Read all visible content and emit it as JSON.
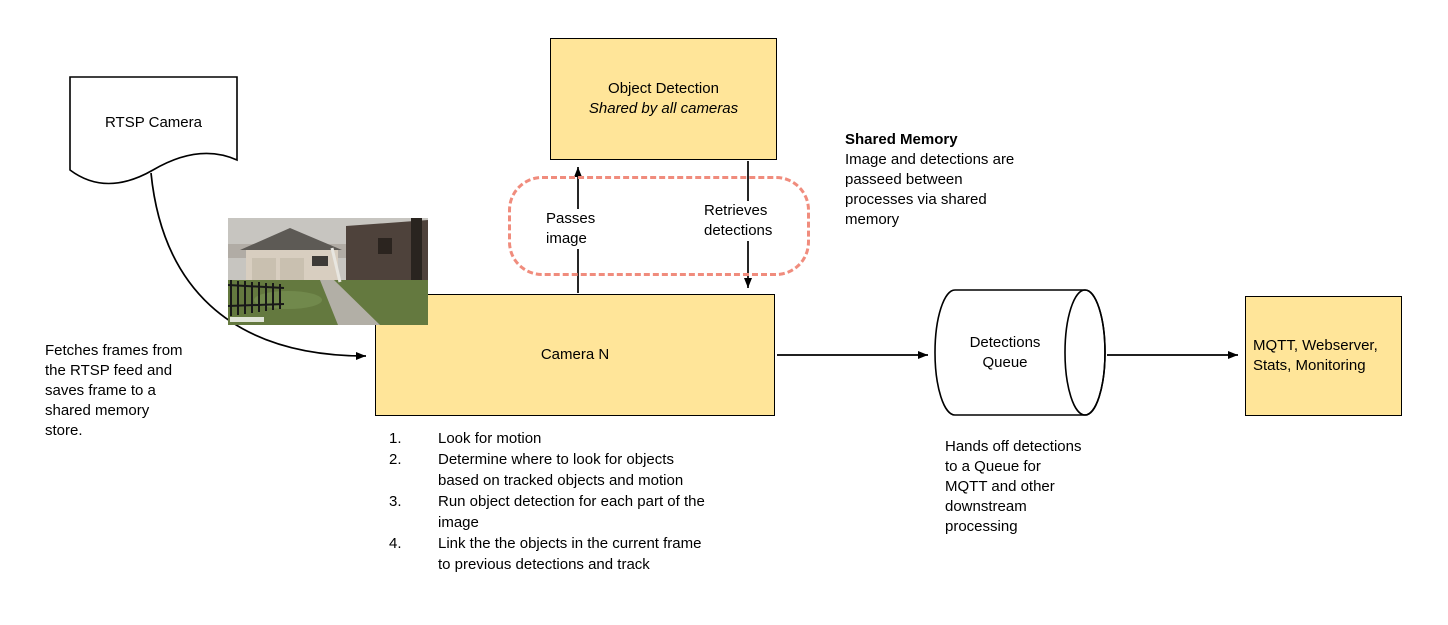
{
  "colors": {
    "node_fill": "#ffe599",
    "node_border": "#000000",
    "shared_memory_dash": "#f08c7d",
    "arrow": "#000000",
    "background": "#ffffff"
  },
  "nodes": {
    "rtsp_camera": "RTSP Camera",
    "object_detection_title": "Object Detection",
    "object_detection_subtitle": "Shared by all cameras",
    "camera_n": "Camera N",
    "detections_queue": "Detections\nQueue",
    "outputs": "MQTT, Webserver,\nStats, Monitoring"
  },
  "edge_labels": {
    "passes_image": "Passes\nimage",
    "retrieves_detections": "Retrieves\ndetections"
  },
  "notes": {
    "fetch": "Fetches frames from\nthe RTSP feed and\nsaves frame to a\nshared memory\nstore.",
    "shared_memory_title": "Shared Memory",
    "shared_memory_body": "Image and detections are\npasseed between\nprocesses via shared\nmemory",
    "queue_handoff": "Hands off detections\nto a Queue for\nMQTT and other\ndownstream\nprocessing"
  },
  "camera_steps": [
    "Look for motion",
    "Determine where to look for objects\nbased on tracked objects and motion",
    "Run object detection for each part of the\nimage",
    "Link the the objects in the current frame\nto previous detections and track"
  ]
}
